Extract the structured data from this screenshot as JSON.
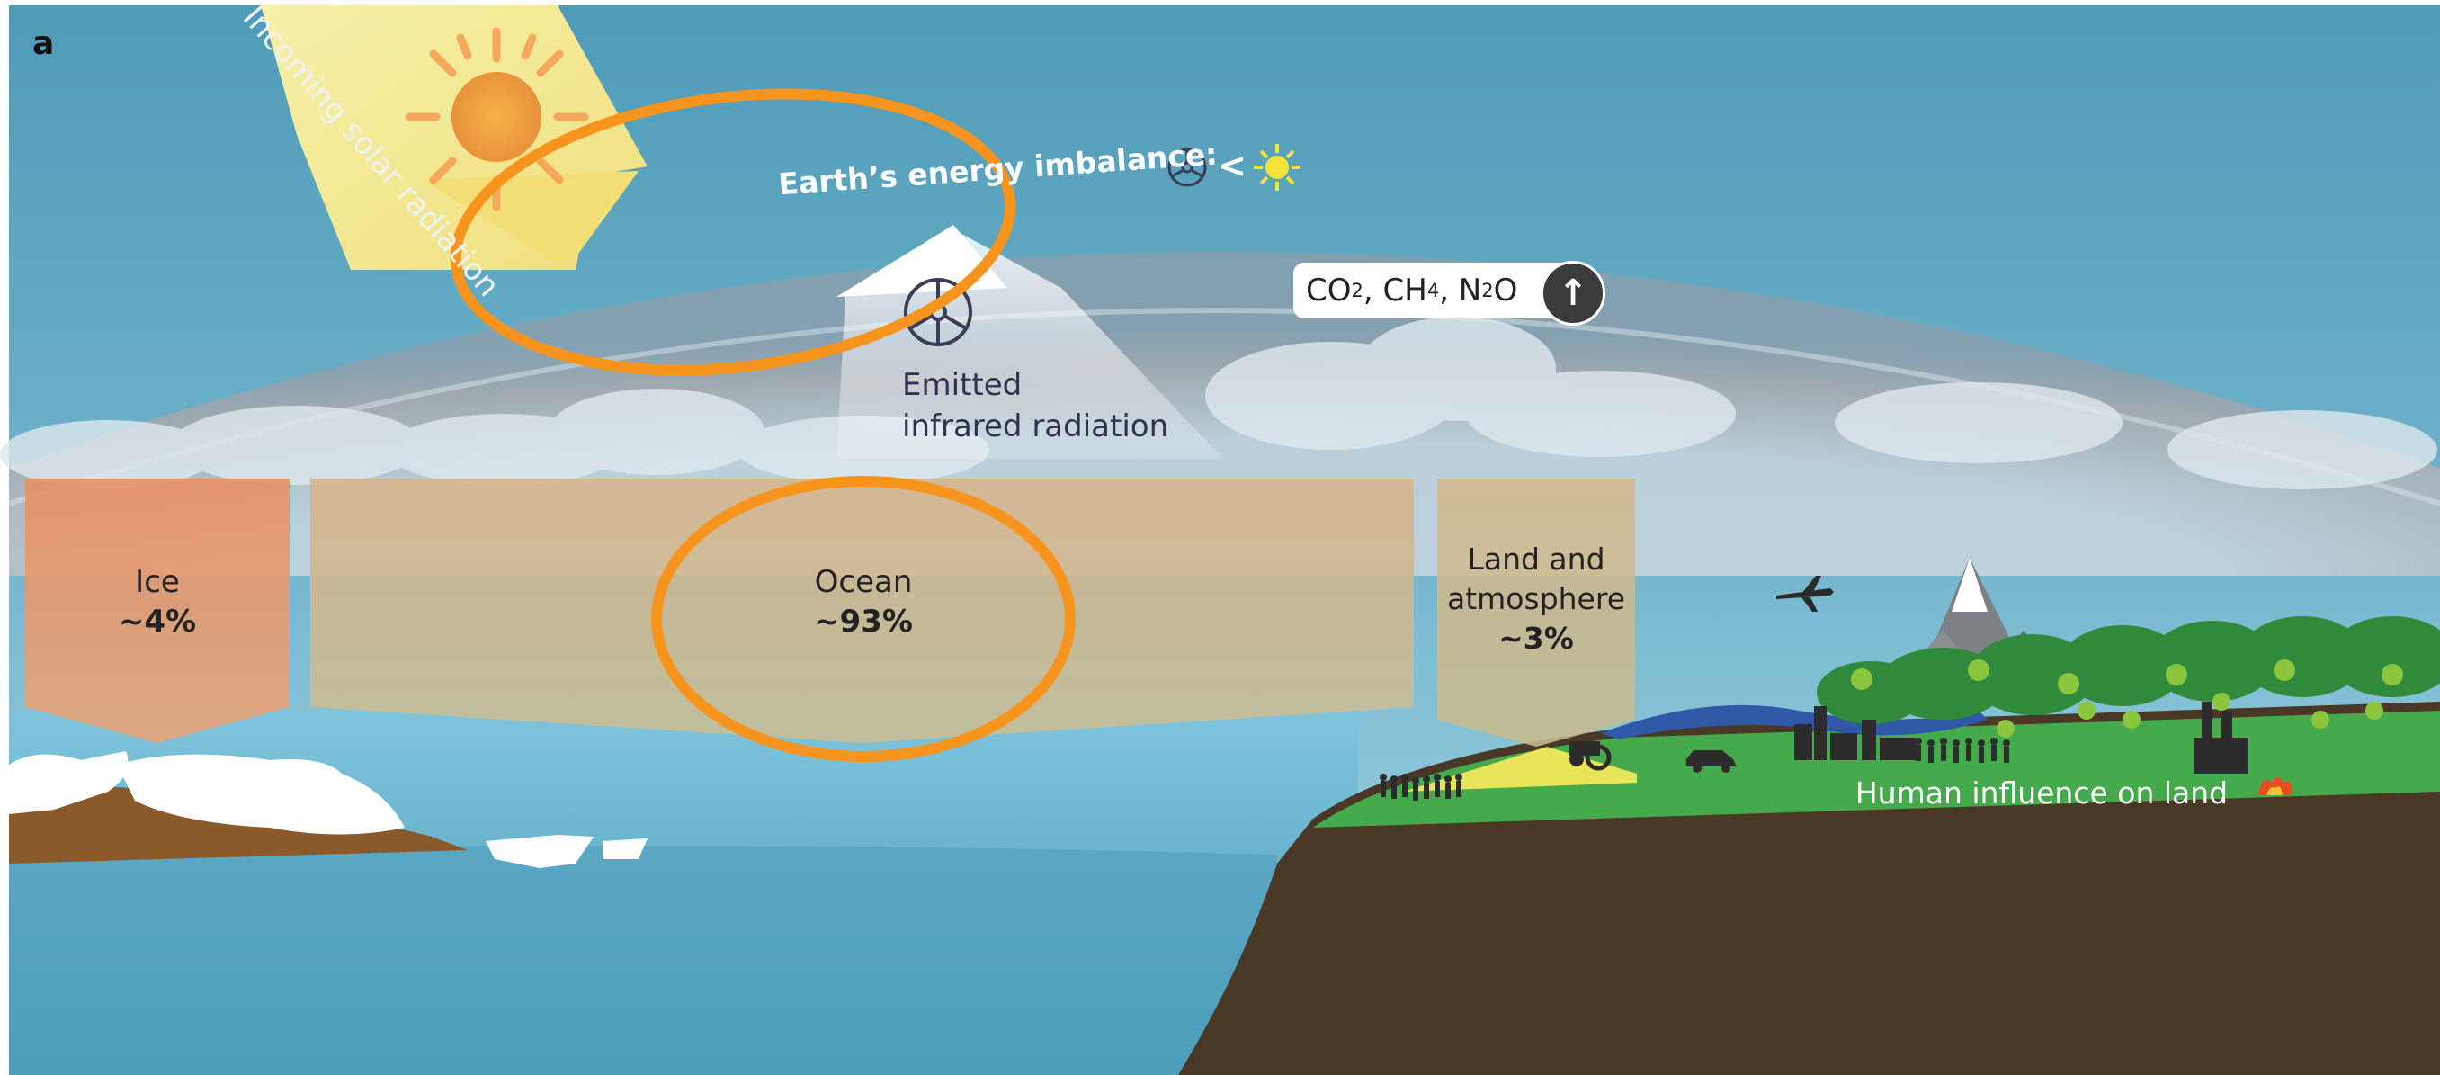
{
  "panel_letter": "a",
  "incoming": {
    "label": "Incoming solar radiation"
  },
  "imbalance": {
    "label": "Earth’s energy imbalance:",
    "symbol": "<"
  },
  "emitted": {
    "line1": "Emitted",
    "line2": "infrared radiation"
  },
  "greenhouse_gases": {
    "co2": "CO",
    "co2_sub": "2",
    "sep1": ", CH",
    "ch4_sub": "4",
    "sep2": ", N",
    "n2o_sub": "2",
    "n2o_tail": "O",
    "arrow": "↑"
  },
  "ice": {
    "label": "Ice",
    "value": "~4%"
  },
  "ocean": {
    "label": "Ocean",
    "value": "~93%"
  },
  "land_atmosphere": {
    "line1": "Land and",
    "line2": "atmosphere",
    "value": "~3%"
  },
  "human_influence": {
    "label": "Human influence on land"
  },
  "colors": {
    "sky_top": "#5aa3bd",
    "sky_mid": "#8fc6da",
    "ocean": "#5aa8c2",
    "ground": "#4b3a28",
    "grass": "#3fa84a",
    "highlight_ring": "#f7941d",
    "ice_panel": "#e8a06a",
    "ocean_panel": "#d4bc8c",
    "sun": "#f0a030"
  }
}
